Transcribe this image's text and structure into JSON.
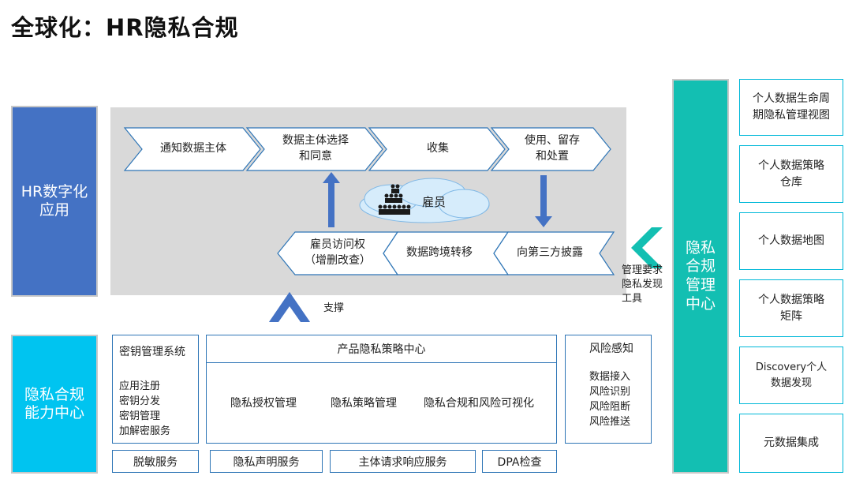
{
  "title": "全球化：HR隐私合规",
  "left_top": "HR数字化\n应用",
  "left_bottom": "隐私合规\n能力中心",
  "flow_top": [
    "通知数据主体",
    "数据主体选择\n和同意",
    "收集",
    "使用、留存\n和处置"
  ],
  "flow_bottom": [
    "雇员访问权\n（增删改查）",
    "数据跨境转移",
    "向第三方披露"
  ],
  "cloud_label": "雇员",
  "support_label": "支撑",
  "mgmt_req_label": "管理要求\n隐私发现\n工具",
  "key_mgmt": {
    "title": "密钥管理系统",
    "items": [
      "应用注册",
      "密钥分发",
      "密钥管理",
      "加解密服务"
    ]
  },
  "policy_center": {
    "title": "产品隐私策略中心",
    "items": [
      "隐私授权管理",
      "隐私策略管理",
      "隐私合规和风险可视化"
    ]
  },
  "risk": {
    "title": "风险感知",
    "items": [
      "数据接入",
      "风险识别",
      "风险阻断",
      "风险推送"
    ]
  },
  "bottom_services": [
    "脱敏服务",
    "隐私声明服务",
    "主体请求响应服务",
    "DPA检查"
  ],
  "right_center": "隐私\n合规\n管理\n中心",
  "right_items": [
    "个人数据生命周\n期隐私管理视图",
    "个人数据策略\n仓库",
    "个人数据地图",
    "个人数据策略\n矩阵",
    "Discovery个人\n数据发现",
    "元数据集成"
  ],
  "colors": {
    "blue": "#4472C4",
    "cyan": "#00C4F0",
    "teal": "#13BFB2",
    "panel_gray": "#d9d9d9",
    "arrow_blue": "#4472C4",
    "border_blue": "#2e75b6"
  }
}
